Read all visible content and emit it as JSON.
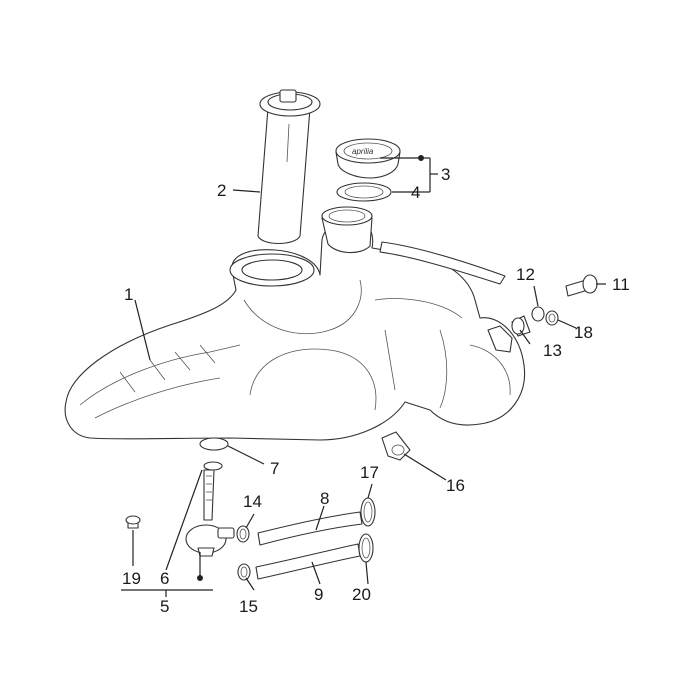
{
  "callouts": [
    "1",
    "2",
    "3",
    "4",
    "5",
    "6",
    "7",
    "8",
    "9",
    "11",
    "12",
    "13",
    "14",
    "15",
    "16",
    "17",
    "18",
    "19",
    "20"
  ],
  "brand_on_cap": "aprilia"
}
